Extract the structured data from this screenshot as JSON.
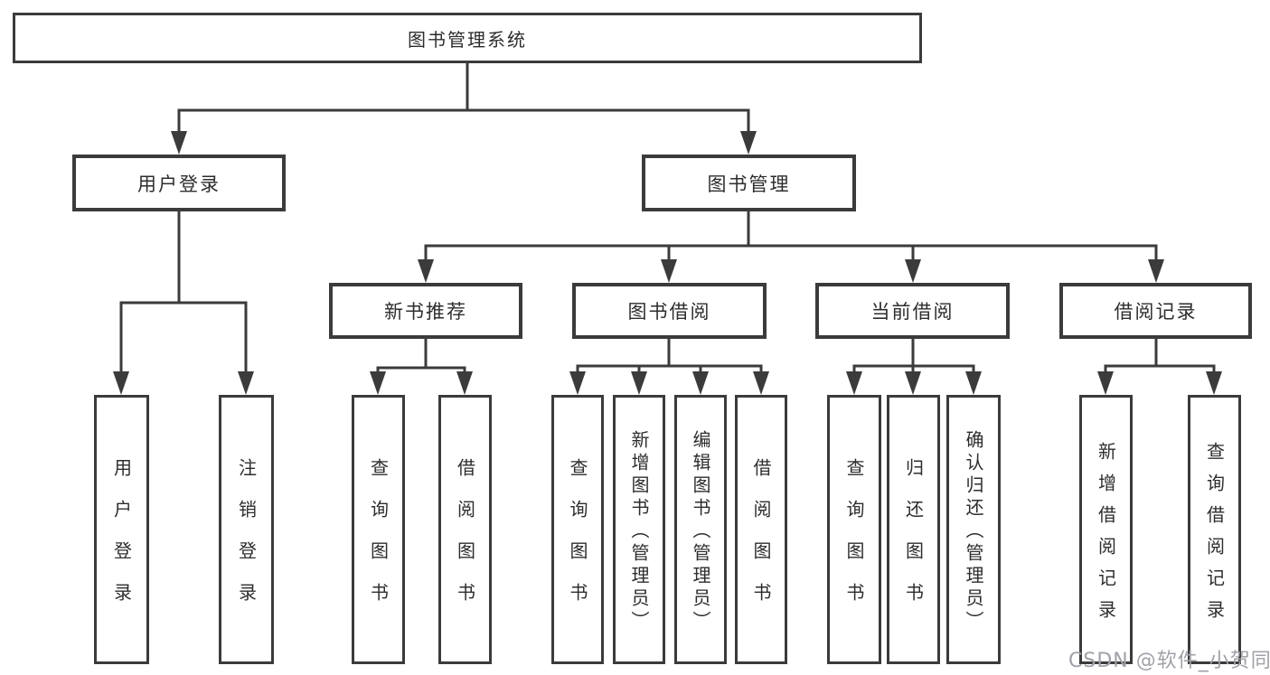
{
  "diagram": {
    "root": {
      "label": "图书管理系统"
    },
    "branches": [
      {
        "label": "用户登录",
        "children": [
          {
            "label": "用户登录"
          },
          {
            "label": "注销登录"
          }
        ]
      },
      {
        "label": "图书管理",
        "groups": [
          {
            "label": "新书推荐",
            "children": [
              {
                "label": "查询图书"
              },
              {
                "label": "借阅图书"
              }
            ]
          },
          {
            "label": "图书借阅",
            "children": [
              {
                "label": "查询图书"
              },
              {
                "label": "新增图书（管理员）"
              },
              {
                "label": "编辑图书（管理员）"
              },
              {
                "label": "借阅图书"
              }
            ]
          },
          {
            "label": "当前借阅",
            "children": [
              {
                "label": "查询图书"
              },
              {
                "label": "归还图书"
              },
              {
                "label": "确认归还（管理员）"
              }
            ]
          },
          {
            "label": "借阅记录",
            "children": [
              {
                "label": "新增借阅记录"
              },
              {
                "label": "查询借阅记录"
              }
            ]
          }
        ]
      }
    ]
  },
  "watermark": {
    "text": "CSDN @软件_小贺同学"
  },
  "colors": {
    "line": "#3b3b3b",
    "box_border": "#3b3b3b",
    "text": "#2d2d2d",
    "watermark": "#a0a0a8",
    "background": "#ffffff"
  }
}
